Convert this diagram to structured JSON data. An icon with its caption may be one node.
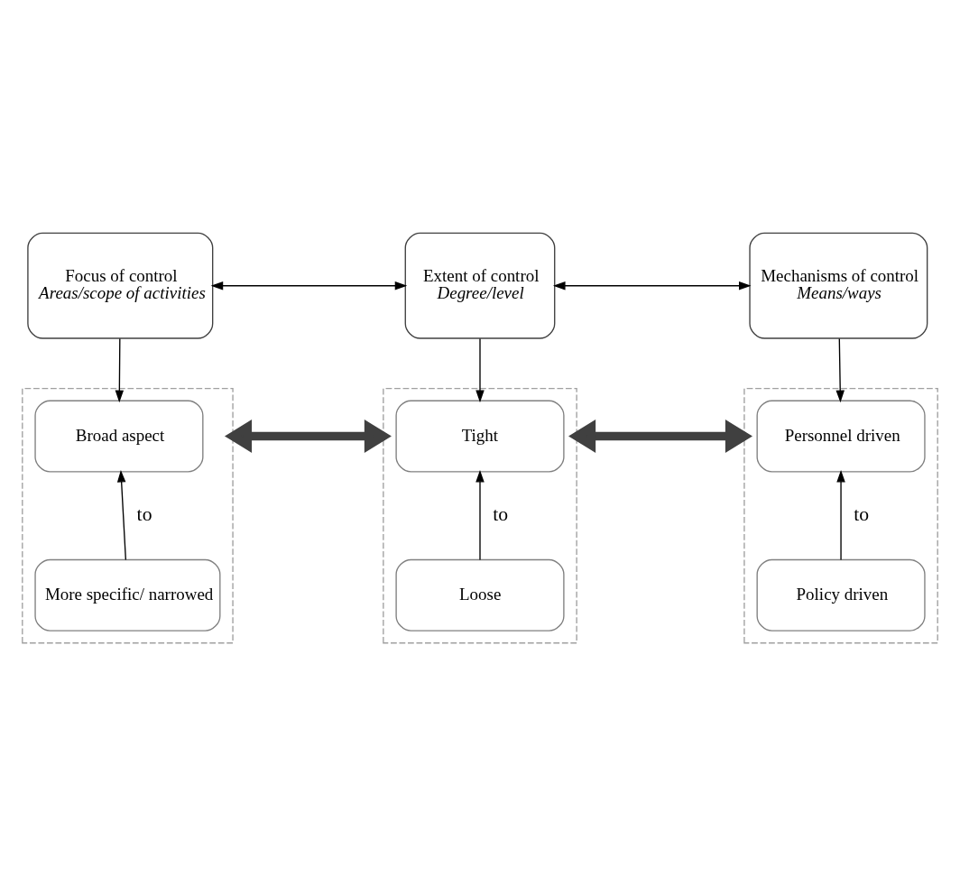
{
  "diagram": {
    "nodes": [
      {
        "text": [
          "Focus of control",
          "Areas/scope of activities"
        ]
      },
      {
        "text": [
          "Extent of control",
          "Degree/level"
        ]
      },
      {
        "text": [
          "Mechanisms of control",
          "Means/ways"
        ]
      },
      {
        "text": [],
        "shape": "box"
      },
      {
        "text": [
          "Broad aspect"
        ],
        "in": 3
      },
      {
        "text": [
          "More specific/ narrowed"
        ],
        "in": 3
      },
      {
        "text": [],
        "shape": "box"
      },
      {
        "text": [
          "Tight"
        ],
        "in": 6
      },
      {
        "text": [
          "Loose"
        ],
        "in": 6
      },
      {
        "text": [],
        "shape": "box"
      },
      {
        "text": [
          "Personnel driven"
        ],
        "in": 9
      },
      {
        "text": [
          "Policy driven"
        ],
        "in": 9
      }
    ],
    "edges": [
      {
        "from": 0,
        "to": 1,
        "arrow": "both"
      },
      {
        "from": 1,
        "to": 2,
        "arrow": "both"
      },
      {
        "from": 0,
        "to": 4,
        "arrow": "to"
      },
      {
        "from": 1,
        "to": 7,
        "arrow": "to"
      },
      {
        "from": 2,
        "to": 10,
        "arrow": "to"
      },
      {
        "from": 5,
        "to": 4,
        "arrow": "to",
        "label": "to"
      },
      {
        "from": 8,
        "to": 7,
        "arrow": "to",
        "label": "to"
      },
      {
        "from": 11,
        "to": 10,
        "arrow": "to",
        "label": "to"
      },
      {
        "from": 3,
        "to": 6,
        "arrow": "both",
        "style": "thick",
        "color": "#404040"
      },
      {
        "from": 6,
        "to": 9,
        "arrow": "both",
        "style": "thick",
        "color": "#404040"
      }
    ]
  }
}
